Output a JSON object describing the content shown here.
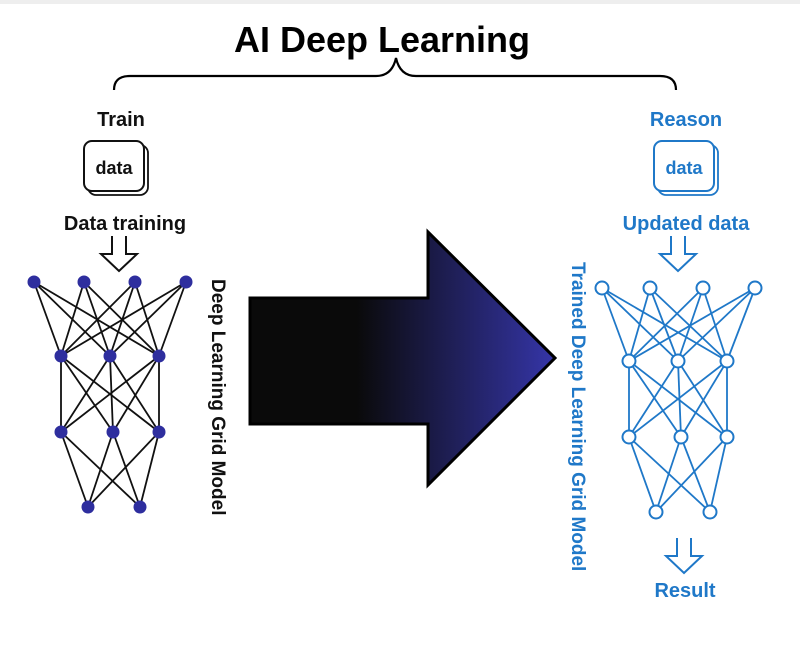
{
  "diagram": {
    "title": "AI Deep Learning",
    "colors": {
      "train": "#111111",
      "reason": "#1f78c8",
      "train_node": "#2e2e9e",
      "arrow_dark": "#0a0a0a",
      "arrow_blue": "#3535a8"
    },
    "train": {
      "heading": "Train",
      "box_label": "data",
      "input_label": "Data training",
      "model_label": "Deep Learning Grid Model"
    },
    "reason": {
      "heading": "Reason",
      "box_label": "data",
      "input_label": "Updated data",
      "model_label": "Trained Deep Learning Grid Model",
      "output_label": "Result"
    },
    "network_layers": [
      4,
      3,
      3,
      2
    ]
  }
}
